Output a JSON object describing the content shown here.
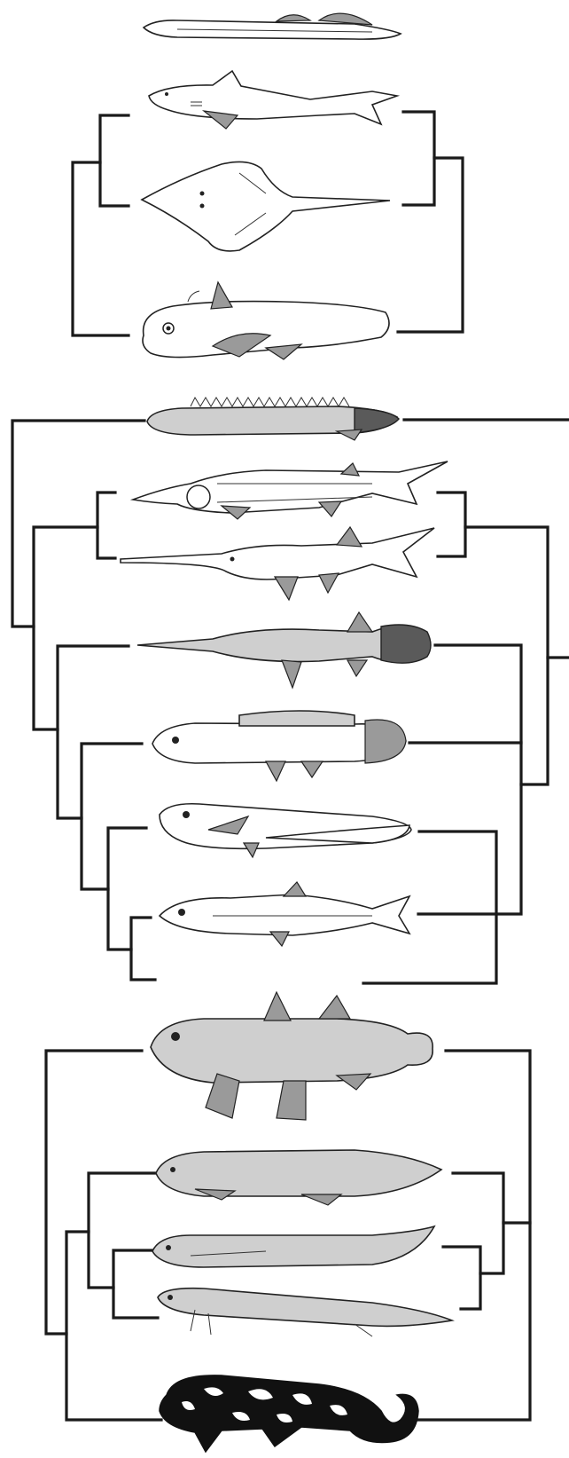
{
  "figure": {
    "type": "phylogenetic-tree",
    "taxa": [
      {
        "id": "hagfish-lamprey",
        "icon": "eel-like-jawless-fish-icon"
      },
      {
        "id": "shark",
        "icon": "shark-icon"
      },
      {
        "id": "ray",
        "icon": "ray-icon"
      },
      {
        "id": "chimaera",
        "icon": "chimaera-icon"
      },
      {
        "id": "bichir",
        "icon": "bichir-icon"
      },
      {
        "id": "sturgeon",
        "icon": "sturgeon-icon"
      },
      {
        "id": "paddlefish",
        "icon": "paddlefish-icon"
      },
      {
        "id": "gar",
        "icon": "gar-icon"
      },
      {
        "id": "bowfin",
        "icon": "bowfin-icon"
      },
      {
        "id": "eel-like-teleost",
        "icon": "eel-teleost-icon"
      },
      {
        "id": "herring-like-teleost",
        "icon": "herring-icon"
      },
      {
        "id": "coelacanth",
        "icon": "coelacanth-icon"
      },
      {
        "id": "australian-lungfish",
        "icon": "australian-lungfish-icon"
      },
      {
        "id": "african-lungfish",
        "icon": "african-lungfish-icon"
      },
      {
        "id": "south-american-lungfish",
        "icon": "south-american-lungfish-icon"
      },
      {
        "id": "salamander",
        "icon": "salamander-icon"
      }
    ],
    "colors": {
      "line": "#1a1a1a",
      "background": "#ffffff"
    }
  }
}
